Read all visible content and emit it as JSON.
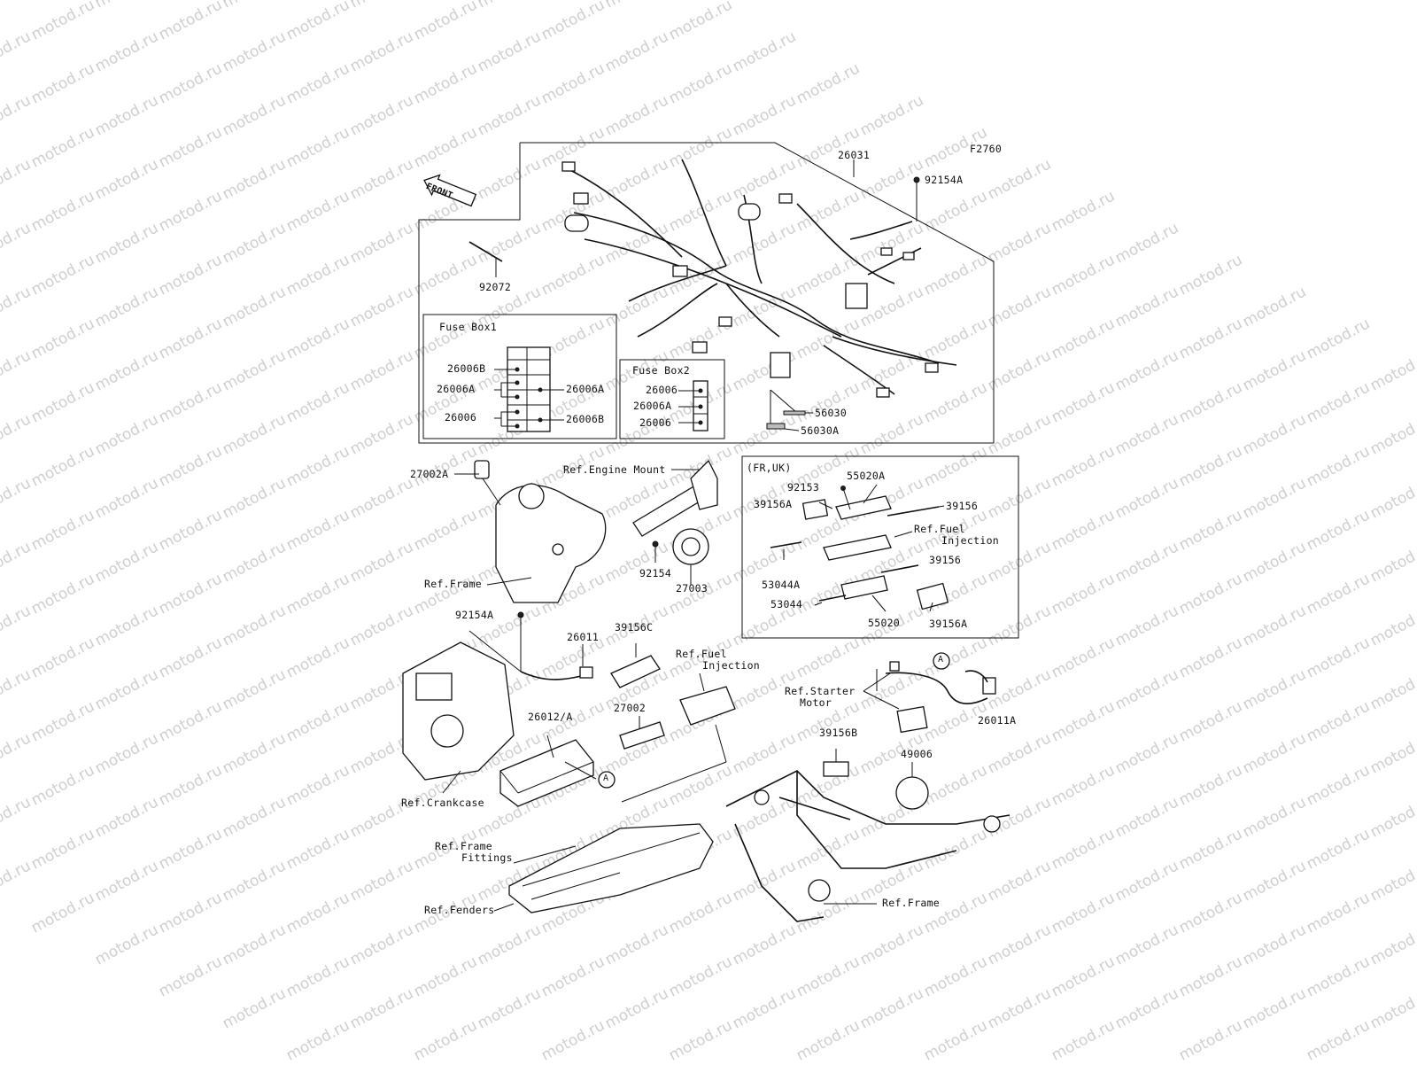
{
  "watermark": "motod.ru",
  "figure_code": "F2760",
  "front_arrow_label": "FRONT",
  "fuse_box1": {
    "title": "Fuse Box1",
    "labels": [
      "26006B",
      "26006A",
      "26006A",
      "26006",
      "26006B"
    ]
  },
  "fuse_box2": {
    "title": "Fuse Box2",
    "labels": [
      "26006",
      "26006A",
      "26006"
    ]
  },
  "fr_uk_box": {
    "title": "(FR,UK)"
  },
  "labels": {
    "harness": "26031",
    "bolt_top": "92154A",
    "band": "92072",
    "label_56030": "56030",
    "label_56030a": "56030A",
    "relay_27002a": "27002A",
    "ref_engine_mount": "Ref.Engine Mount",
    "ref_frame_1": "Ref.Frame",
    "bolt_92154": "92154",
    "horn_27003": "27003",
    "p92153": "92153",
    "p55020a": "55020A",
    "p39156a_top": "39156A",
    "p39156_top": "39156",
    "ref_fuel_inj_fr_1": "Ref.Fuel",
    "ref_fuel_inj_fr_2": "Injection",
    "p39156_mid": "39156",
    "p53044a": "53044A",
    "p53044": "53044",
    "p55020": "55020",
    "p39156a_bot": "39156A",
    "bolt_mid": "92154A",
    "cable_26011": "26011",
    "case_39156c": "39156C",
    "ref_fuel_inj_1": "Ref.Fuel",
    "ref_fuel_inj_2": "Injection",
    "ref_starter_1": "Ref.Starter",
    "ref_starter_2": "Motor",
    "cable_26011a": "26011A",
    "battery": "26012/A",
    "relay_27002": "27002",
    "p39156b": "39156B",
    "cap_49006": "49006",
    "ref_crankcase": "Ref.Crankcase",
    "ref_frame_fittings_1": "Ref.Frame",
    "ref_frame_fittings_2": "Fittings",
    "ref_fenders": "Ref.Fenders",
    "ref_frame_2": "Ref.Frame",
    "circle_a1": "A",
    "circle_a2": "A"
  }
}
